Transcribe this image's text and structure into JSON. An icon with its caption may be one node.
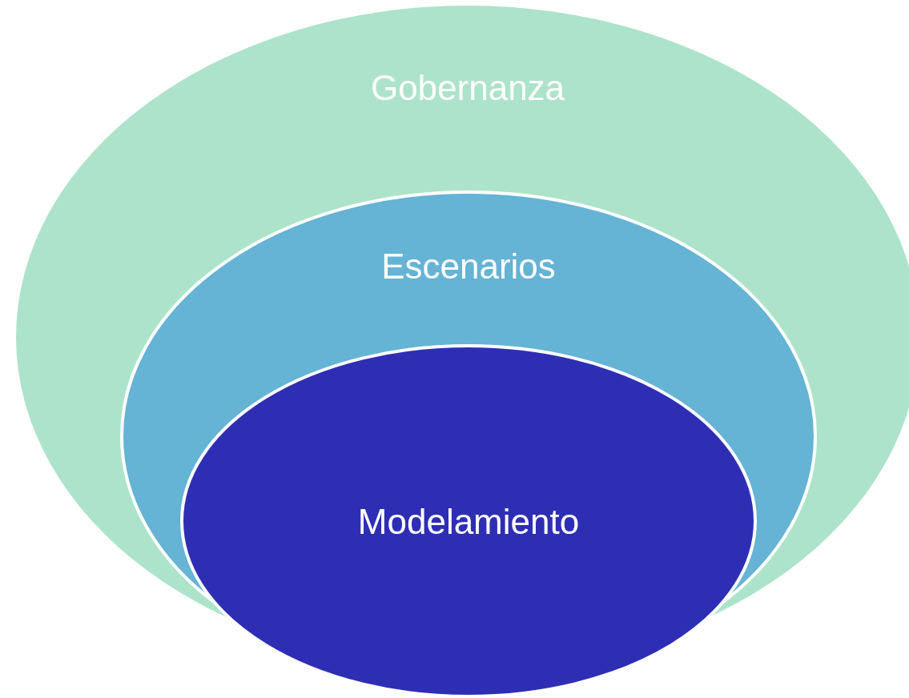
{
  "diagram": {
    "nodes": [
      {
        "text": [
          "Gobernanza"
        ]
      },
      {
        "text": [
          "Escenarios"
        ],
        "in": 0
      },
      {
        "text": [
          "Modelamiento"
        ],
        "in": 1
      }
    ]
  }
}
